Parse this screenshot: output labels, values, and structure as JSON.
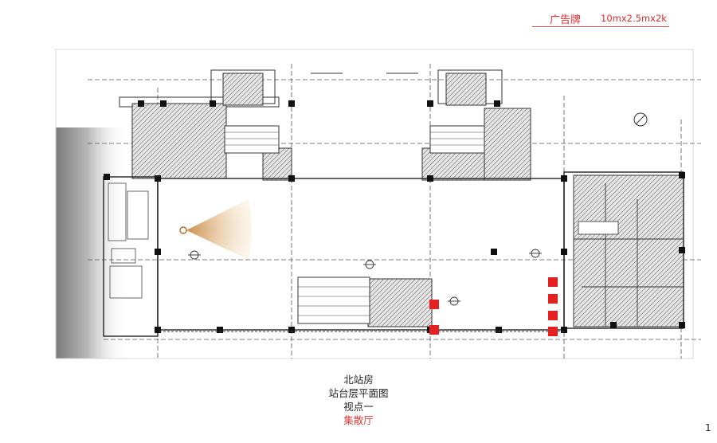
{
  "legend": {
    "label": "广告牌",
    "spec": "10mx2.5mx2k",
    "color": "#e52a2a"
  },
  "caption": {
    "station": "北站房",
    "drawing": "站台层平面图",
    "viewpoint": "视点一",
    "area": "集散厅"
  },
  "page_number": "1"
}
